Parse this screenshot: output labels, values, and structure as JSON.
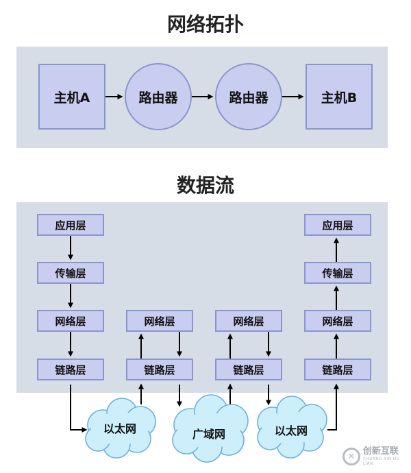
{
  "topology": {
    "title": "网络拓扑",
    "host_a": "主机A",
    "router_1": "路由器",
    "router_2": "路由器",
    "host_b": "主机B"
  },
  "dataflow": {
    "title": "数据流",
    "left_stack": [
      "应用层",
      "传输层",
      "网络层",
      "链路层"
    ],
    "router1_stack": [
      "网络层",
      "链路层"
    ],
    "router2_stack": [
      "网络层",
      "链路层"
    ],
    "right_stack": [
      "应用层",
      "传输层",
      "网络层",
      "链路层"
    ],
    "clouds": [
      "以太网",
      "广域网",
      "以太网"
    ]
  },
  "colors": {
    "panel": "#d7dde6",
    "node_fill": "#c9cdf0",
    "node_border": "#8a95cf",
    "cloud_fill": "#cdeffc",
    "cloud_border": "#6fb0dd"
  },
  "logo": {
    "icon": "chuangxin-logo-icon",
    "name": "创新互联",
    "sub": "CHUANG XIN HU LIAN"
  }
}
